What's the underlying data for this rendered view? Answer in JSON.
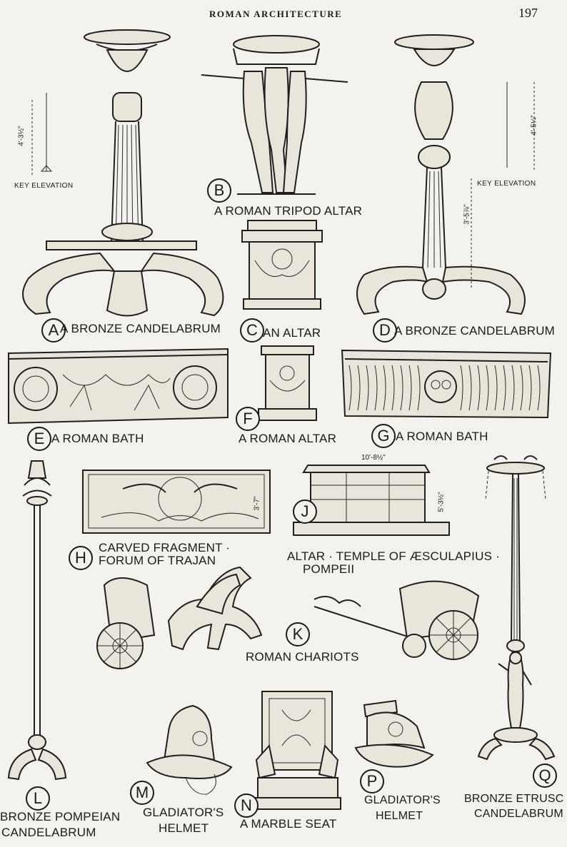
{
  "header": {
    "running_head": "ROMAN ARCHITECTURE",
    "page_number": "197"
  },
  "annotations": {
    "key_elevation_left": "KEY ELEVATION",
    "key_elevation_right": "KEY ELEVATION",
    "dim_a_height": "4'-3½\"",
    "dim_d_height": "4'-5¼\"",
    "dim_d_shaft": "3'-5⅞\"",
    "dim_j_width": "10'-8½\"",
    "dim_j_height": "5'-3½\"",
    "dim_h_height": "3'-7\""
  },
  "figures": [
    {
      "letter": "A",
      "caption": "A BRONZE CANDELABRUM"
    },
    {
      "letter": "B",
      "caption": "A ROMAN TRIPOD ALTAR"
    },
    {
      "letter": "C",
      "caption": "AN ALTAR"
    },
    {
      "letter": "D",
      "caption": "A BRONZE CANDELABRUM"
    },
    {
      "letter": "E",
      "caption": "A ROMAN BATH"
    },
    {
      "letter": "F",
      "caption": "A ROMAN ALTAR"
    },
    {
      "letter": "G",
      "caption": "A ROMAN BATH"
    },
    {
      "letter": "H",
      "caption_line1": "CARVED FRAGMENT ·",
      "caption_line2": "FORUM OF TRAJAN"
    },
    {
      "letter": "J",
      "caption_line1": "ALTAR · TEMPLE OF ÆSCULAPIUS ·",
      "caption_line2": "POMPEII"
    },
    {
      "letter": "K",
      "caption": "ROMAN CHARIOTS"
    },
    {
      "letter": "L",
      "caption_line1": "BRONZE POMPEIAN",
      "caption_line2": "CANDELABRUM"
    },
    {
      "letter": "M",
      "caption_line1": "GLADIATOR'S",
      "caption_line2": "HELMET"
    },
    {
      "letter": "N",
      "caption": "A MARBLE SEAT"
    },
    {
      "letter": "P",
      "caption_line1": "GLADIATOR'S",
      "caption_line2": "HELMET"
    },
    {
      "letter": "Q",
      "caption_line1": "BRONZE ETRUSC",
      "caption_line2": "CANDELABRUM"
    }
  ]
}
